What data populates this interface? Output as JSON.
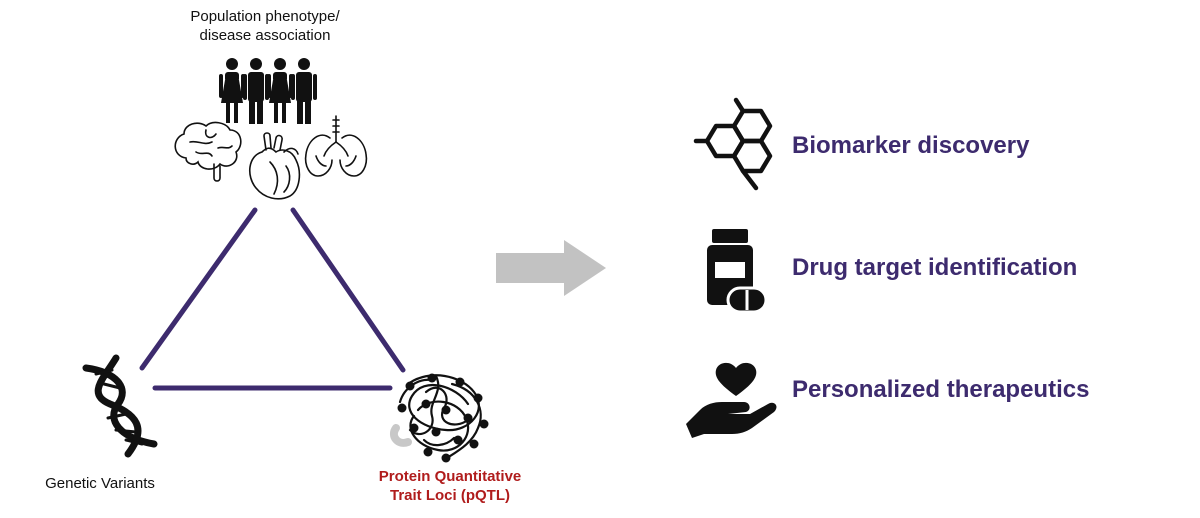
{
  "colors": {
    "accent_purple": "#3d2b6e",
    "pqtl_red": "#b01c1c",
    "arrow_gray": "#c2c2c2",
    "icon_black": "#111111"
  },
  "triangle": {
    "top_node": {
      "label_lines": [
        "Population phenotype/",
        "disease association"
      ],
      "icons": [
        "people-icon",
        "brain-icon",
        "heart-icon",
        "lungs-icon"
      ]
    },
    "left_node": {
      "label": "Genetic Variants",
      "icon": "dna-icon"
    },
    "right_node": {
      "label_lines": [
        "Protein Quantitative",
        "Trait Loci (pQTL)"
      ],
      "icon": "protein-network-icon"
    }
  },
  "arrow_icon": "right-arrow-icon",
  "applications": [
    {
      "label": "Biomarker discovery",
      "icon": "molecule-icon"
    },
    {
      "label": "Drug target identification",
      "icon": "pill-bottle-icon"
    },
    {
      "label": "Personalized therapeutics",
      "icon": "heart-hand-icon"
    }
  ]
}
